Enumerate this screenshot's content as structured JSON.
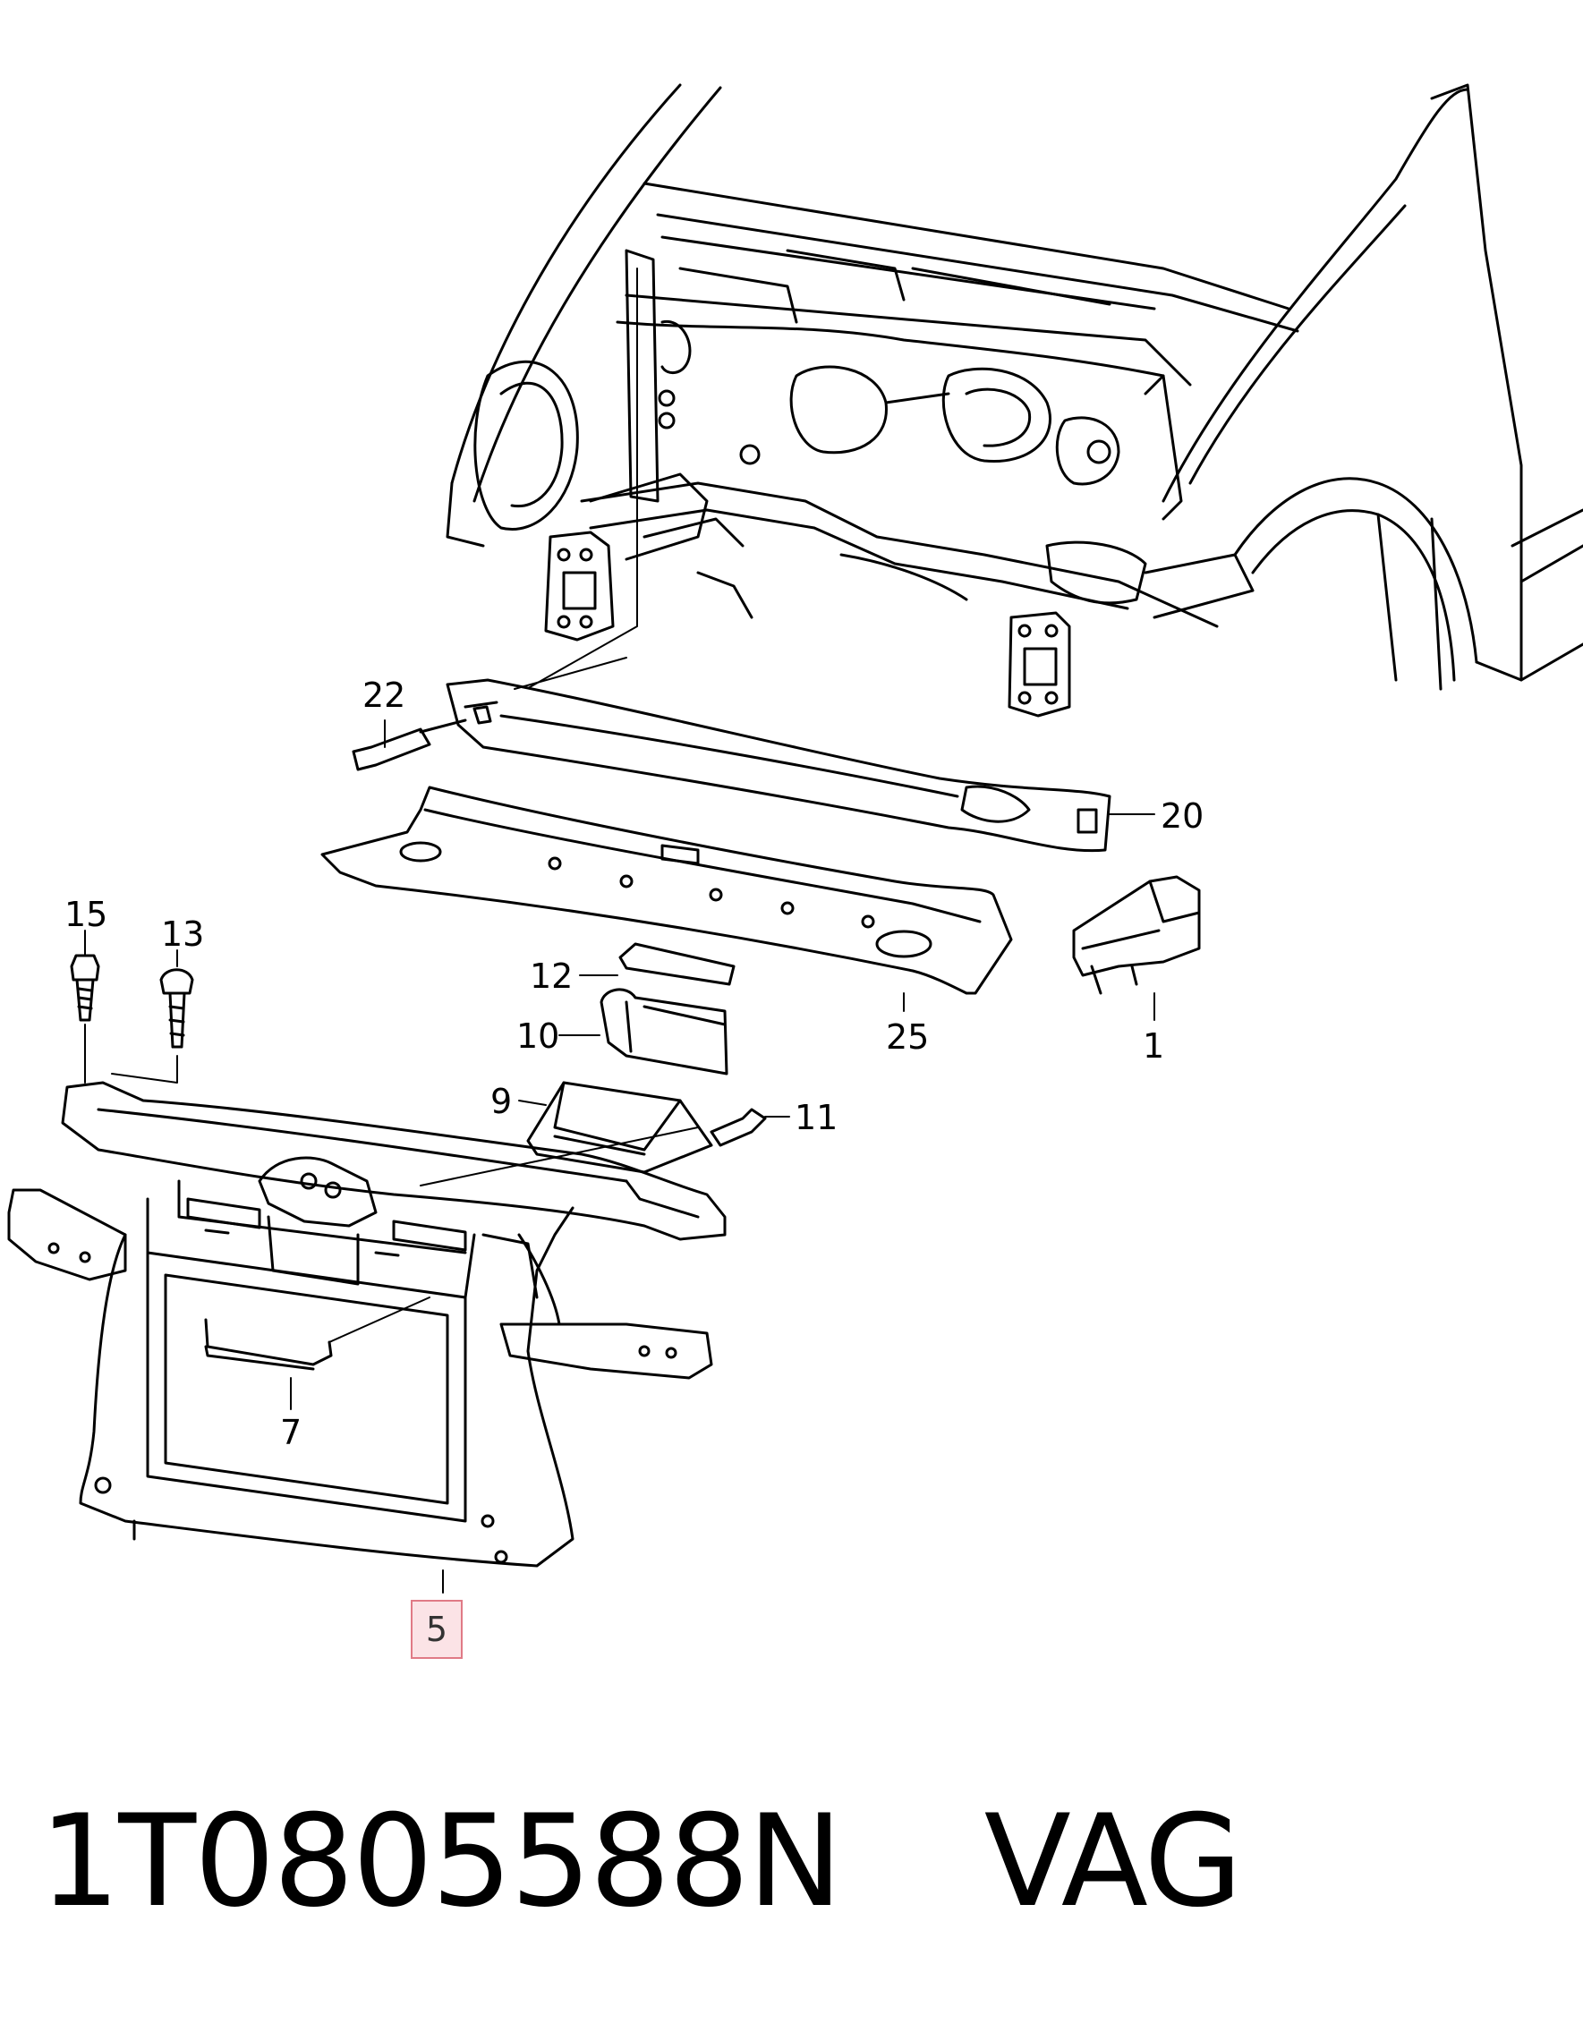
{
  "callouts": {
    "c22": "22",
    "c20": "20",
    "c15": "15",
    "c13": "13",
    "c12": "12",
    "c10": "10",
    "c25": "25",
    "c1": "1",
    "c9": "9",
    "c11": "11",
    "c7": "7",
    "c5": "5"
  },
  "caption": {
    "part_number": "1T0805588N",
    "brand": "VAG"
  },
  "colors": {
    "line": "#000000",
    "highlight_border": "#e07a86",
    "highlight_fill": "#fbe3e6"
  }
}
